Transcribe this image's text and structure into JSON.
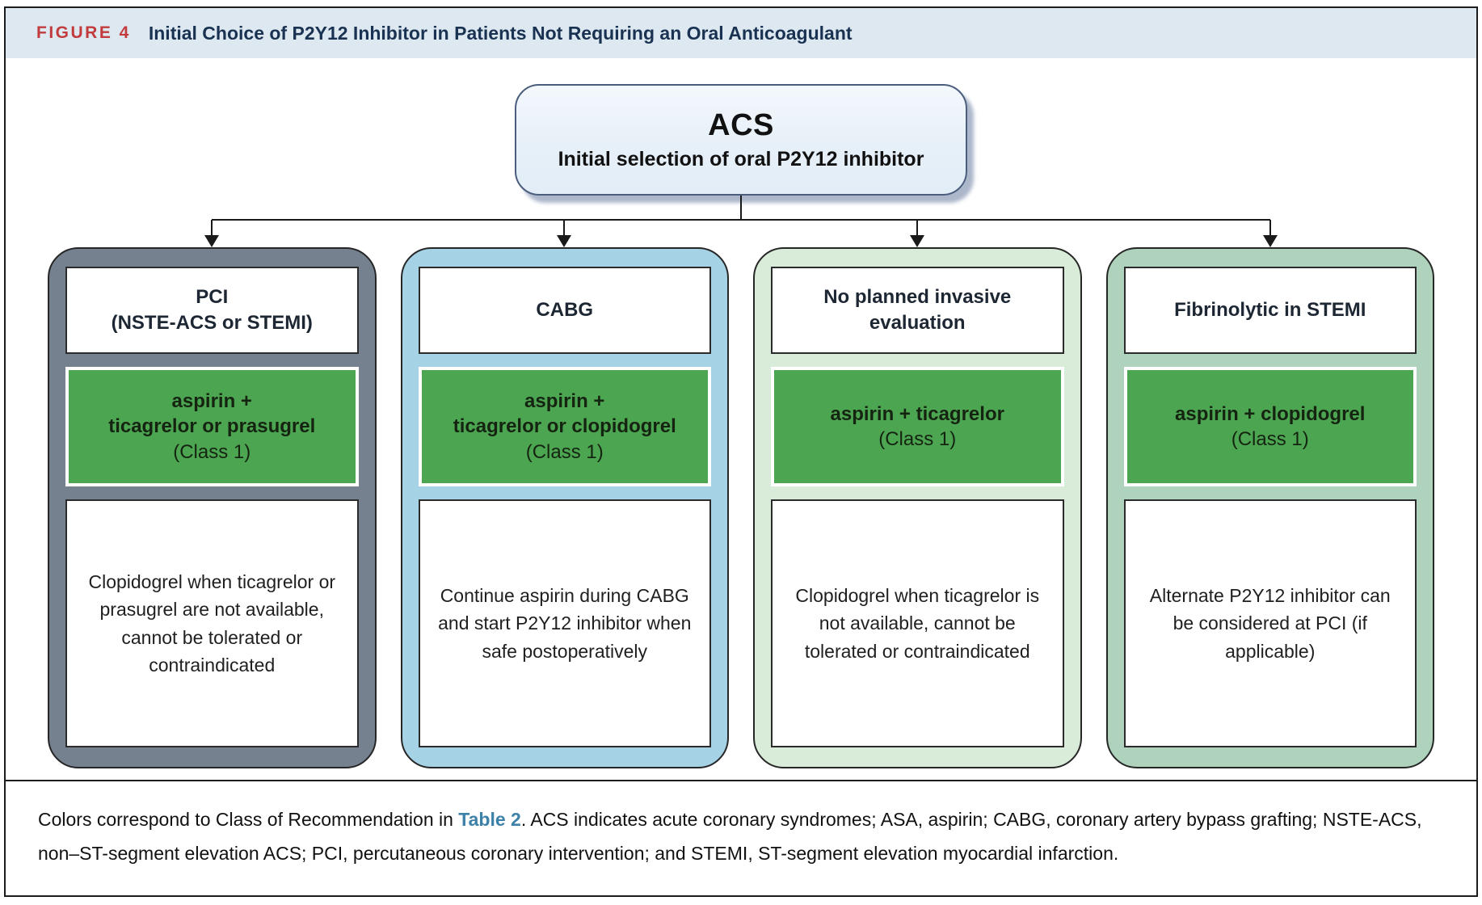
{
  "header": {
    "label": "FIGURE 4",
    "title": "Initial Choice of P2Y12 Inhibitor in Patients Not Requiring an Oral Anticoagulant"
  },
  "root": {
    "title": "ACS",
    "subtitle": "Initial selection of oral P2Y12 inhibitor"
  },
  "branches": [
    {
      "condition": "PCI\n(NSTE-ACS or STEMI)",
      "recommendation": "aspirin +\nticagrelor or prasugrel",
      "class": "(Class 1)",
      "note": "Clopidogrel when ticagrelor or prasugrel are not available, cannot be tolerated or contraindicated",
      "theme_color": "#75818E"
    },
    {
      "condition": "CABG",
      "recommendation": "aspirin +\nticagrelor or clopidogrel",
      "class": "(Class 1)",
      "note": "Continue aspirin during CABG and start P2Y12 inhibitor when safe postoperatively",
      "theme_color": "#A5D2E4"
    },
    {
      "condition": "No planned invasive\nevaluation",
      "recommendation": "aspirin + ticagrelor",
      "class": "(Class 1)",
      "note": "Clopidogrel when ticagrelor is not available, cannot be tolerated or contraindicated",
      "theme_color": "#D9ECD9"
    },
    {
      "condition": "Fibrinolytic in STEMI",
      "recommendation": "aspirin + clopidogrel",
      "class": "(Class 1)",
      "note": "Alternate P2Y12 inhibitor can be considered at PCI (if applicable)",
      "theme_color": "#AFD2BC"
    }
  ],
  "footnote": {
    "prefix": "Colors correspond to Class of Recommendation in ",
    "link": "Table 2",
    "suffix": ". ACS indicates acute coronary syndromes; ASA, aspirin; CABG, coronary artery bypass grafting; NSTE-ACS, non–ST-segment elevation ACS; PCI, percutaneous coronary intervention; and STEMI, ST-segment elevation myocardial infarction."
  },
  "colors": {
    "header_band_bg": "#DEE8F1",
    "figure_label_red": "#C23B3D",
    "header_title_navy": "#1A3252",
    "root_box_bg": "#E8F1F8",
    "root_box_border": "#4A5D7D",
    "recommendation_green": "#4CA551",
    "table_link_blue": "#3D80A8"
  }
}
